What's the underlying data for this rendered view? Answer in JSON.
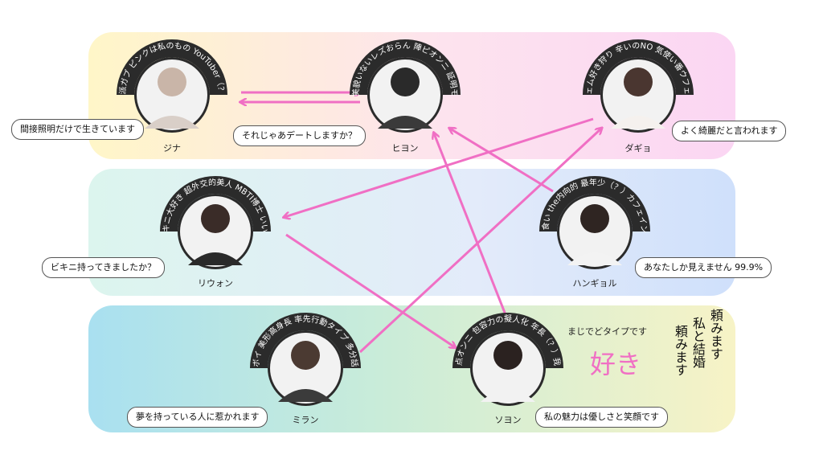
{
  "people": [
    {
      "id": "jina",
      "name": "ジナ",
      "tags": "猫派ガブ ピンクは私のもの YouTuber（？）",
      "bubble": "間接照明だけで生きています"
    },
    {
      "id": "hiyon",
      "name": "ヒヨン",
      "tags": "この美貌いないレズおらん 陣ピオンニ 証明モテ女",
      "bubble": "それじゃあデートしますか？"
    },
    {
      "id": "dagyo",
      "name": "ダギョ",
      "tags": "フェム好き狩り 辛いのNO 気使い番ウフェチ",
      "bubble": "よく綺麗だと言われます"
    },
    {
      "id": "riwon",
      "name": "リウォン",
      "tags": "ビキニ大好き 超外交的美人 MBTI博士 いい奴",
      "bubble": "ビキニ持ってきましたか？"
    },
    {
      "id": "hangyol",
      "name": "ハンギョル",
      "tags": "面食い the内向的 最年少（？）カフェインX",
      "bubble": "あなたしか見えません 99.9%"
    },
    {
      "id": "miran",
      "name": "ミラン",
      "tags": "唯一のボイ 美形高身長 率先行動タイプ 多分話嫌な女",
      "bubble": "夢を持っている人に惹かれます"
    },
    {
      "id": "soyon",
      "name": "ソヨン",
      "tags": "笑顔満点オンニ 包容力の擬人化 年長（？）我の推し",
      "bubble": "私の魅力は優しさと笑顔です"
    }
  ],
  "annotations": {
    "type_note": "まじでどタイプです",
    "suki": "好き",
    "col1": "頼みます",
    "col2": "私と結婚",
    "col3": "頼みます"
  },
  "colors": {
    "arrow": "#f06fc4",
    "arc": "#2b2b2b"
  }
}
